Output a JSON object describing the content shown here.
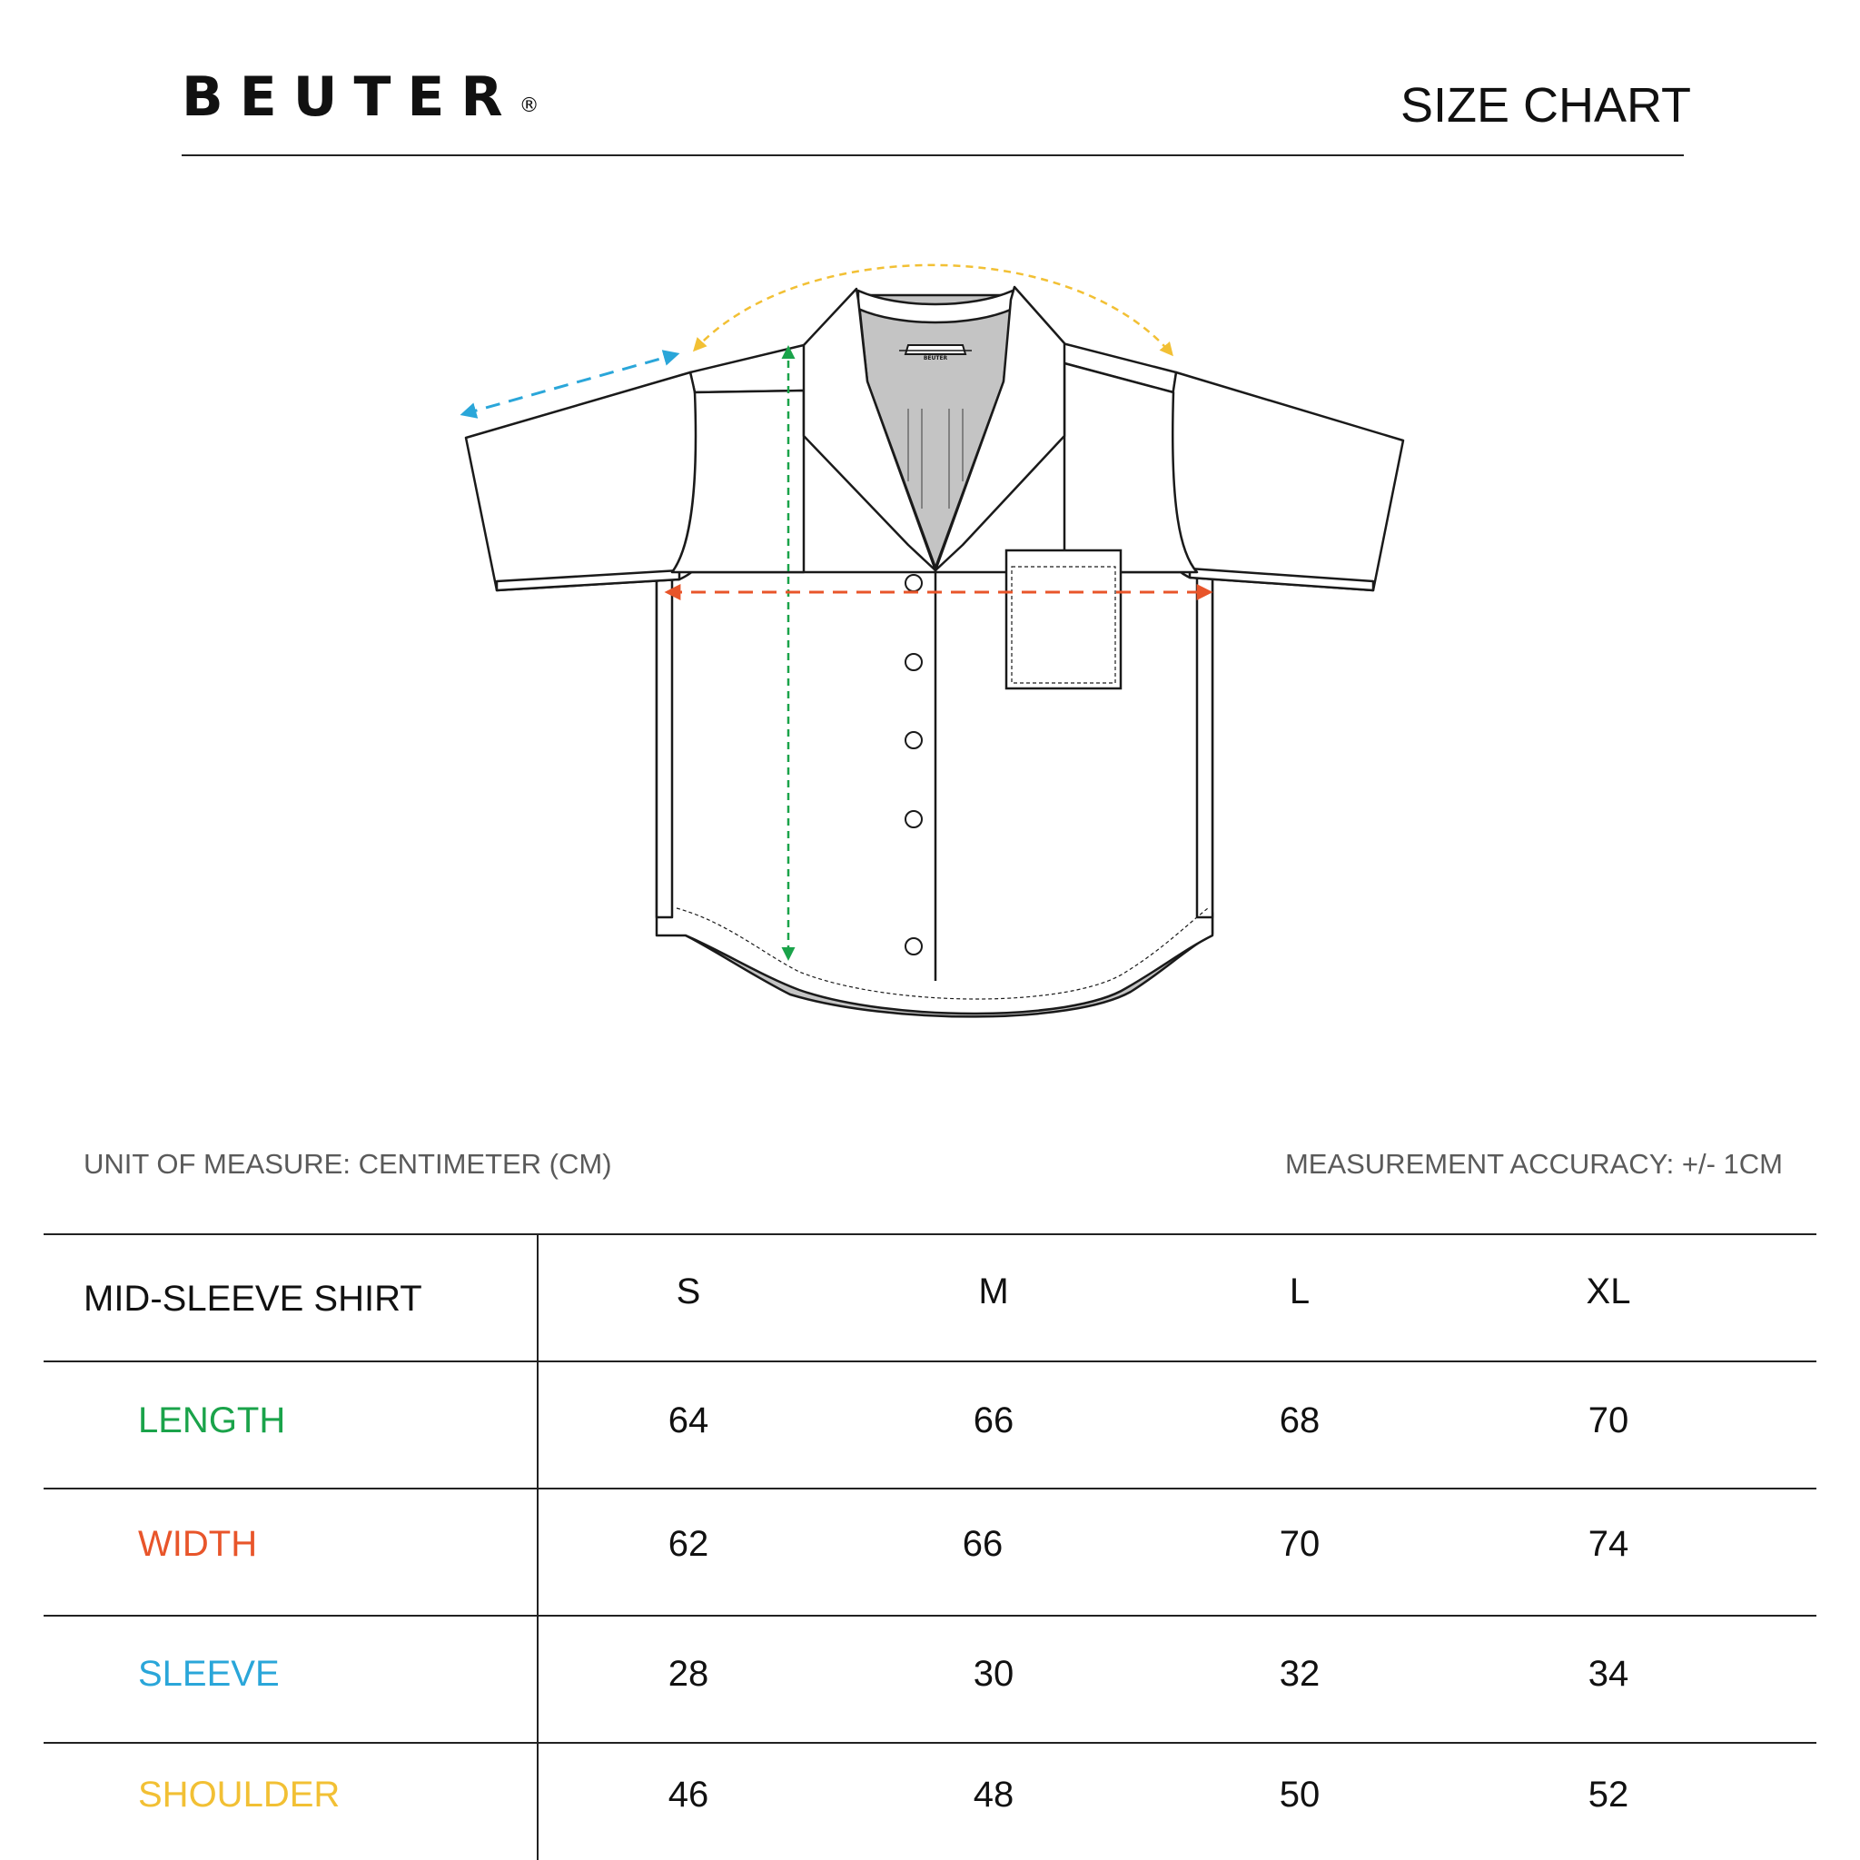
{
  "header": {
    "brand": "BEUTER",
    "brand_mark": "®",
    "title": "SIZE CHART"
  },
  "diagram": {
    "pocket_label": "BEUTER",
    "colors": {
      "length": "#1aa34a",
      "width": "#e8552a",
      "sleeve": "#2aa6d9",
      "shoulder": "#f2c034",
      "lining": "#c4c4c4",
      "outline": "#1a1a1a"
    }
  },
  "notes": {
    "unit": "UNIT OF MEASURE: CENTIMETER (CM)",
    "accuracy": "MEASUREMENT ACCURACY: +/- 1CM"
  },
  "table": {
    "product": "MID-SLEEVE SHIRT",
    "sizes": [
      "S",
      "M",
      "L",
      "XL"
    ],
    "rows": [
      {
        "label": "LENGTH",
        "color": "#1aa34a",
        "values": [
          "64",
          "66",
          "68",
          "70"
        ]
      },
      {
        "label": "WIDTH",
        "color": "#e8552a",
        "values": [
          "62",
          "66",
          "70",
          "74"
        ]
      },
      {
        "label": "SLEEVE",
        "color": "#2aa6d9",
        "values": [
          "28",
          "30",
          "32",
          "34"
        ]
      },
      {
        "label": "SHOULDER",
        "color": "#f2c034",
        "values": [
          "46",
          "48",
          "50",
          "52"
        ]
      }
    ]
  }
}
